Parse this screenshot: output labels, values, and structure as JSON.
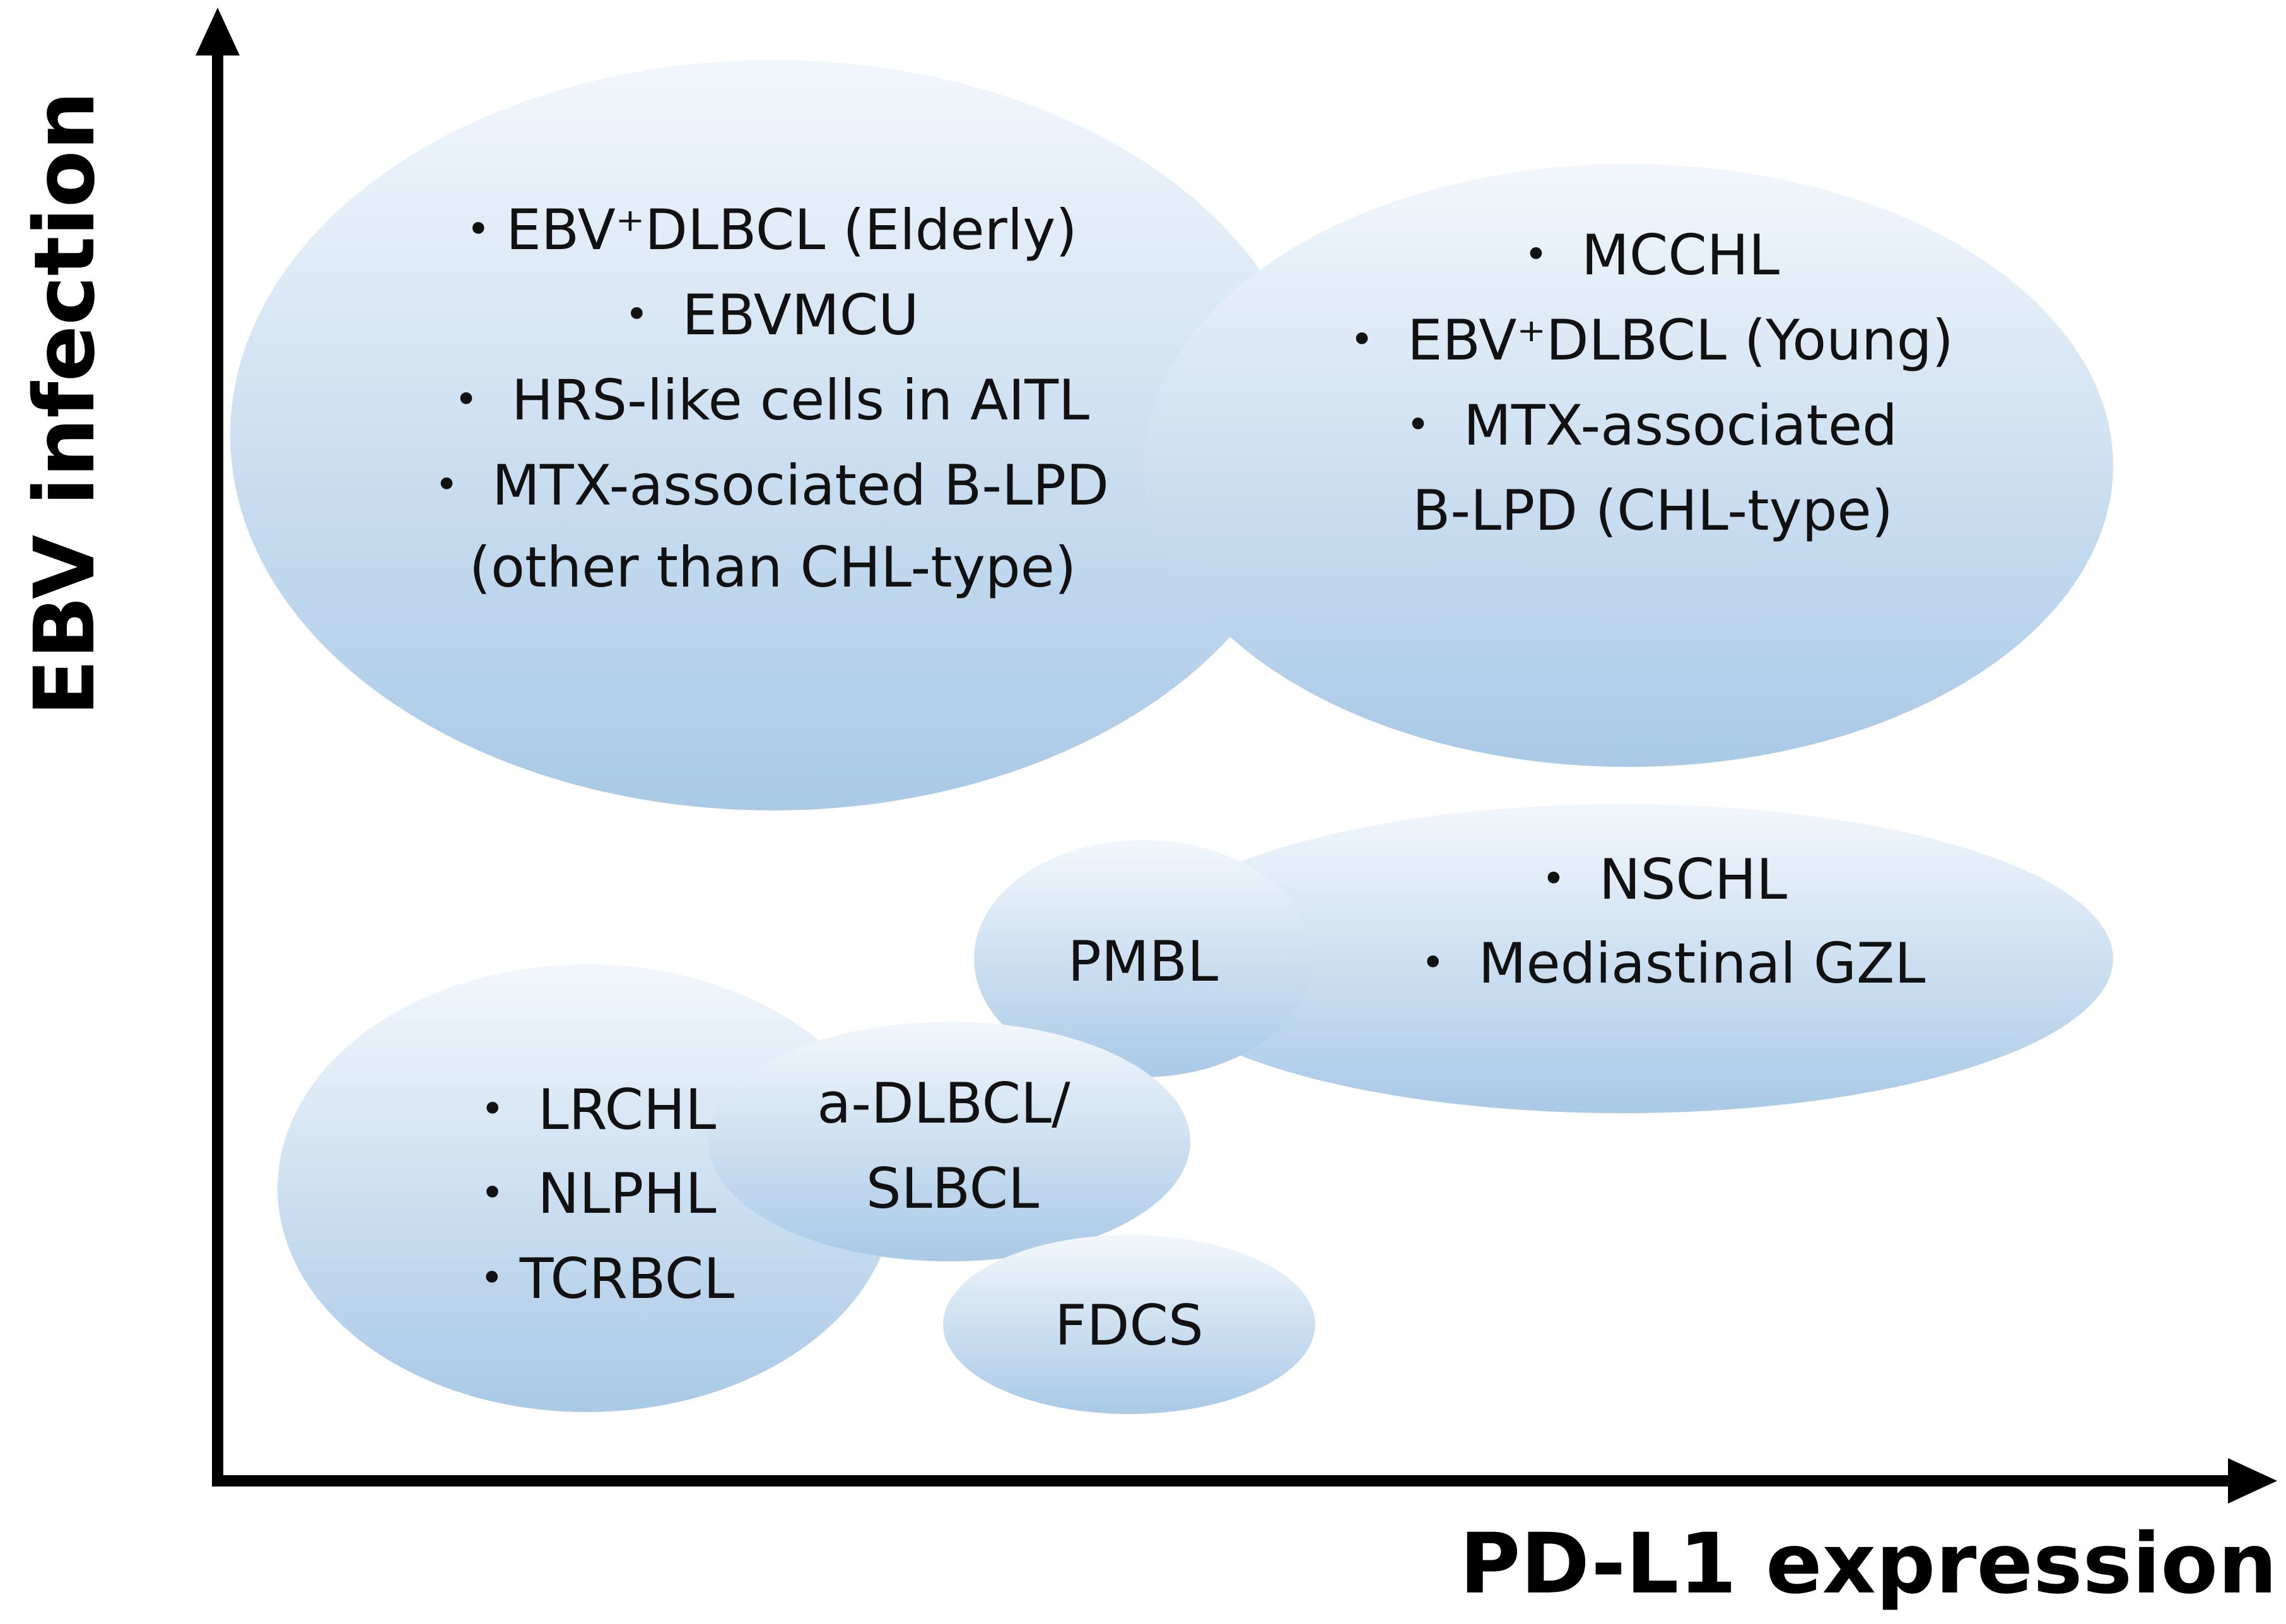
{
  "axes": {
    "y_title": "EBV infection",
    "x_title": "PD-L1  expression"
  },
  "colors": {
    "fill_top": "#f2f7fc",
    "fill_bottom": "#a9c9e6",
    "axis": "#000000",
    "text": "#111111"
  },
  "clusters": [
    {
      "id": "high-ebv-low-pdl1",
      "lines": [
        "・EBV⁺DLBCL (Elderly)",
        "・ EBVMCU",
        "・ HRS-like cells in AITL",
        "・ MTX-associated B-LPD",
        "(other than CHL-type)"
      ]
    },
    {
      "id": "high-ebv-high-pdl1",
      "lines": [
        "・ MCCHL",
        "・ EBV⁺DLBCL (Young)",
        "・ MTX-associated",
        "B-LPD (CHL-type)"
      ]
    },
    {
      "id": "nschl-gzl",
      "lines": [
        "・ NSCHL",
        "・ Mediastinal GZL"
      ]
    },
    {
      "id": "pmbl",
      "lines": [
        "PMBL"
      ]
    },
    {
      "id": "low-ebv-low-pdl1",
      "lines": [
        "・ LRCHL",
        "・ NLPHL",
        "・TCRBCL"
      ]
    },
    {
      "id": "a-dlbcl",
      "lines": [
        "a-DLBCL/",
        "SLBCL"
      ]
    },
    {
      "id": "fdcs",
      "lines": [
        "FDCS"
      ]
    }
  ]
}
